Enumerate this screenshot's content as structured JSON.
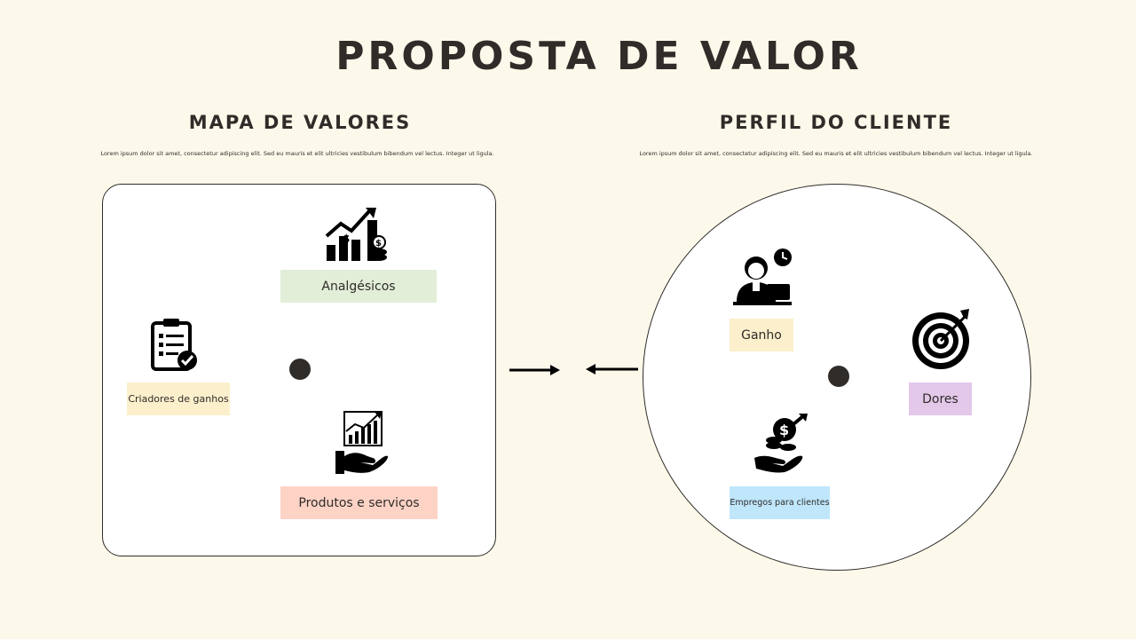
{
  "title": "PROPOSTA DE VALOR",
  "left_section": {
    "title": "MAPA DE VALORES",
    "description": "Lorem ipsum dolor sit amet, consectetur adipiscing elit. Sed eu mauris et elit ultricies vestibulum bibendum vel lectus. Integer ut ligula.",
    "labels": {
      "analgesicos": "Analgésicos",
      "criadores": "Criadores de ganhos",
      "produtos": "Produtos e serviços"
    }
  },
  "right_section": {
    "title": "PERFIL DO CLIENTE",
    "description": "Lorem ipsum dolor sit amet, consectetur adipiscing elit. Sed eu mauris et elit ultricies vestibulum bibendum vel lectus. Integer ut ligula.",
    "labels": {
      "ganho": "Ganho",
      "dores": "Dores",
      "empregos": "Empregos para clientes"
    }
  },
  "colors": {
    "background": "#fdf9ea",
    "ink": "#2f2c29",
    "green_label": "#e2eed8",
    "yellow_label": "#fcefcc",
    "salmon_label": "#fdd3c6",
    "purple_label": "#e3c8ea",
    "blue_label": "#bfe6fb"
  },
  "icons": {
    "analgesicos": "growth-chart-coins-icon",
    "criadores": "clipboard-check-icon",
    "produtos": "hand-chart-icon",
    "ganho": "person-laptop-clock-icon",
    "dores": "target-arrow-icon",
    "empregos": "hand-coins-icon"
  }
}
